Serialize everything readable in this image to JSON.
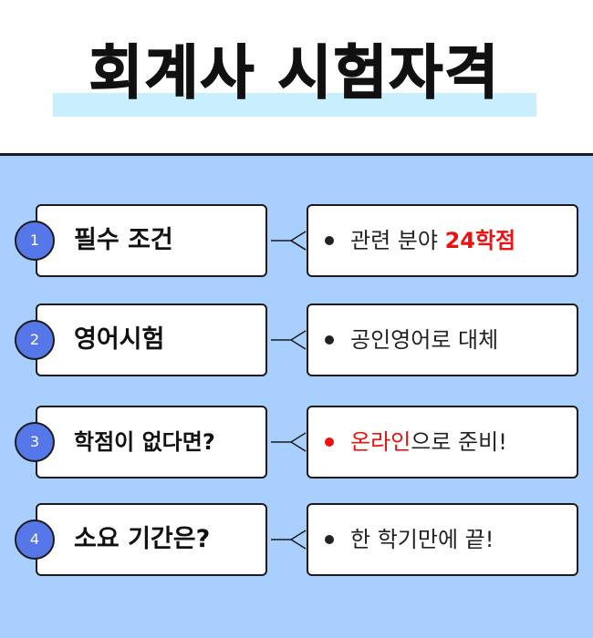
{
  "title": "회계사 시험자격",
  "colors": {
    "background": "#a9cfff",
    "title_highlight": "#c9efff",
    "number_circle": "#5577e8",
    "accent_red": "#ee1111",
    "border": "#1b1b1b"
  },
  "rows": [
    {
      "number": "1",
      "label": "필수 조건",
      "value_plain": "관련 분야 ",
      "value_accent": "24학점",
      "value_rest": ""
    },
    {
      "number": "2",
      "label": "영어시험",
      "value_plain": "공인영어로 대체",
      "value_accent": "",
      "value_rest": ""
    },
    {
      "number": "3",
      "label": "학점이 없다면?",
      "value_plain": "",
      "value_accent": "온라인",
      "value_rest": "으로 준비!"
    },
    {
      "number": "4",
      "label": "소요 기간은?",
      "value_plain": "한 학기만에 끝!",
      "value_accent": "",
      "value_rest": ""
    }
  ]
}
